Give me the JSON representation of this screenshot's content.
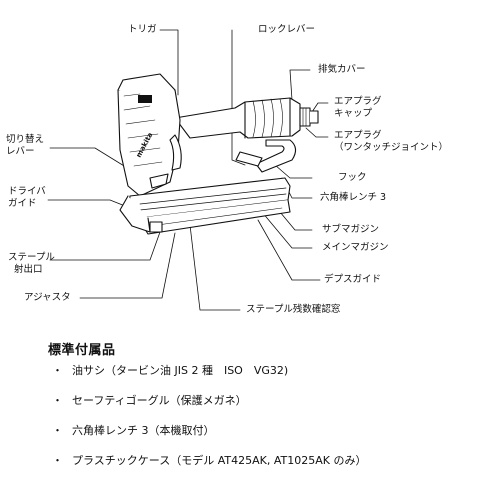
{
  "parts": {
    "trigger": "トリガ",
    "lock_lever": "ロックレバー",
    "exhaust_cover": "排気カバー",
    "air_plug_cap_line1": "エアプラグ",
    "air_plug_cap_line2": "キャップ",
    "air_plug_line1": "エアプラグ",
    "air_plug_line2": "（ワンタッチジョイント）",
    "switch_lever_line1": "切り替え",
    "switch_lever_line2": "レバー",
    "hook": "フック",
    "hex_wrench": "六角棒レンチ 3",
    "driver_guide_line1": "ドライバ",
    "driver_guide_line2": "ガイド",
    "sub_magazine": "サブマガジン",
    "main_magazine": "メインマガジン",
    "staple_outlet_line1": "ステープル",
    "staple_outlet_line2": "射出口",
    "depth_guide": "デプスガイド",
    "adjuster": "アジャスタ",
    "staple_window": "ステープル残数確認窓"
  },
  "accessories": {
    "title": "標準付属品",
    "bullet": "・",
    "items": [
      "油サシ（タービン油 JIS 2 種　ISO　VG32)",
      "セーフティゴーグル（保護メガネ）",
      "六角棒レンチ 3（本機取付）",
      "プラスチックケース（モデル AT425AK, AT1025AK のみ）"
    ]
  },
  "logo_text": "makita"
}
